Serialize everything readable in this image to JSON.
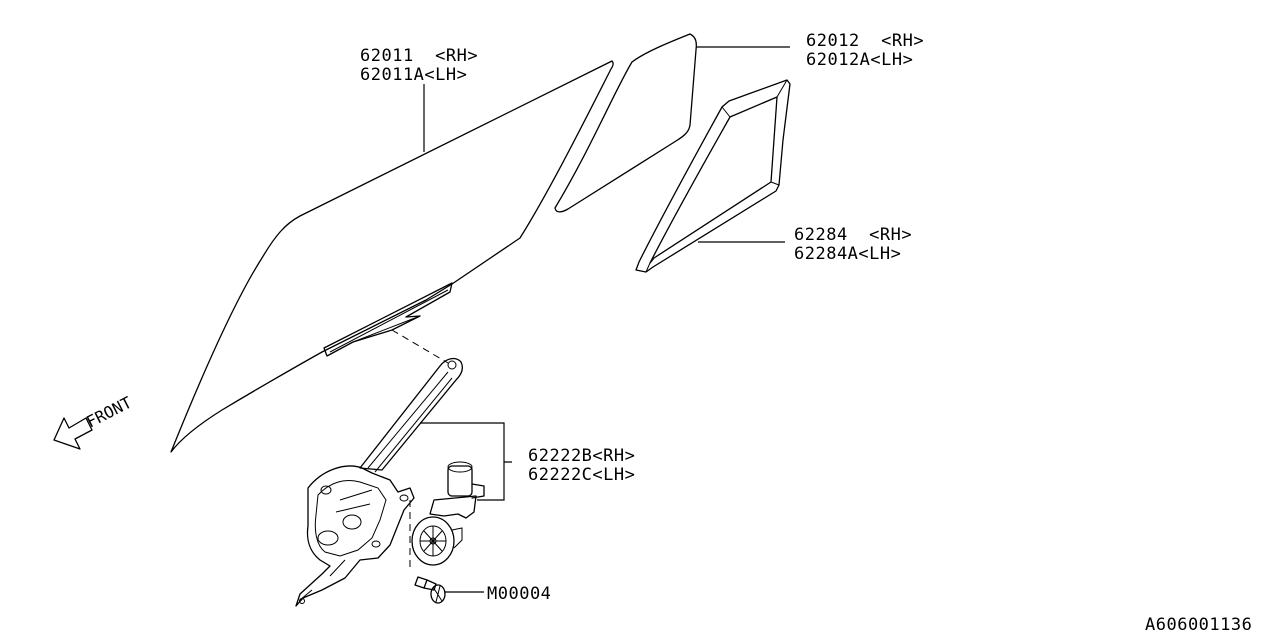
{
  "callouts": {
    "front_glass": {
      "rh": "62011  <RH>",
      "lh": "62011A<LH>"
    },
    "rear_glass": {
      "rh": "62012  <RH>",
      "lh": "62012A<LH>"
    },
    "sash_molding": {
      "rh": "62284  <RH>",
      "lh": "62284A<LH>"
    },
    "regulator": {
      "rh": "62222B<RH>",
      "lh": "62222C<LH>"
    },
    "bolt": "M00004"
  },
  "front_indicator": "FRONT",
  "diagram_code": "A606001136",
  "icons": {
    "front_arrow": "hollow-arrow-left-icon"
  }
}
